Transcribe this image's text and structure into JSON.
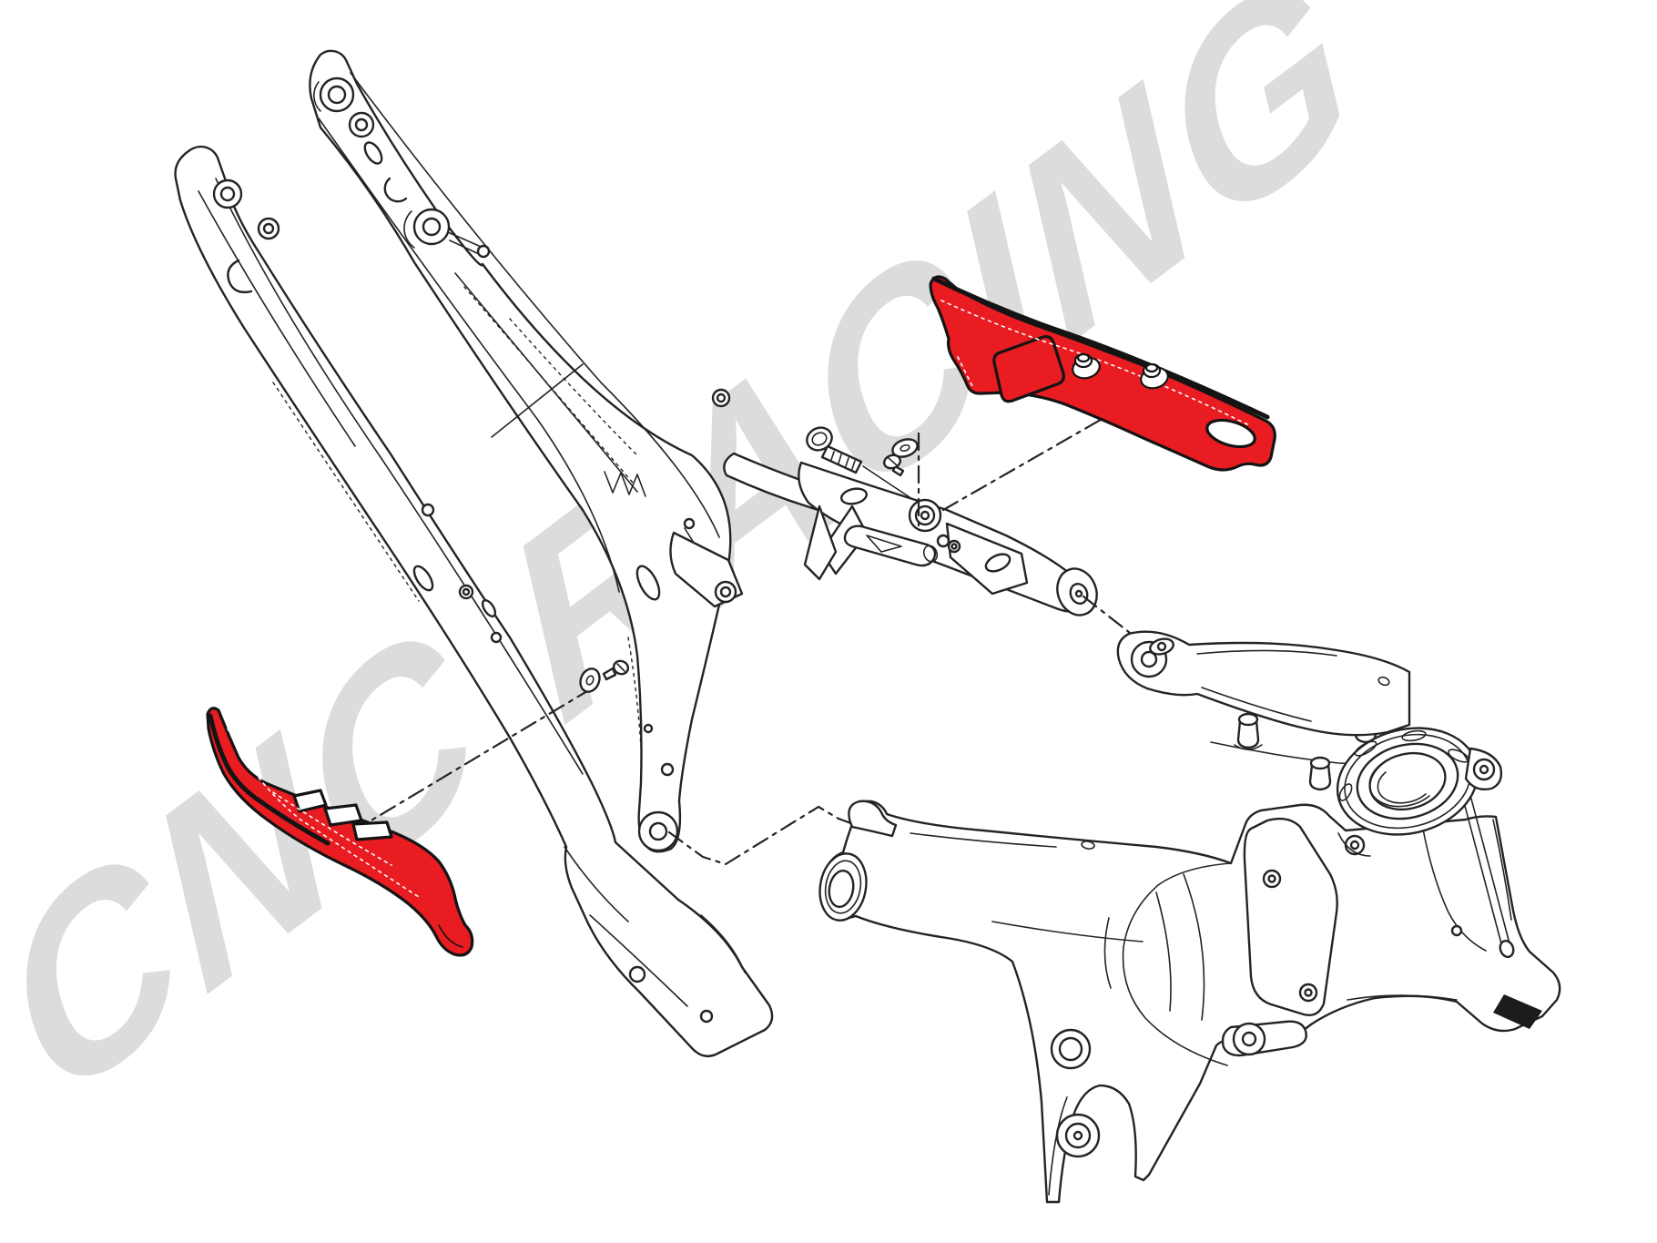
{
  "watermark": {
    "text": "CNC RACING",
    "color": "#dcdcdc",
    "angle_deg": -37
  },
  "colors": {
    "background": "#ffffff",
    "line": "#242424",
    "highlight_red": "#e91c22",
    "watermark_gray": "#dcdcdc"
  },
  "diagram": {
    "type": "exploded-assembly-drawing",
    "subject": "Motorcycle rear subframe and front frame with heel guard plates",
    "highlighted_parts_color": "#e91c22",
    "assembly_line_style": "dash-dot",
    "parts": [
      {
        "name": "left subframe rail",
        "highlighted": false
      },
      {
        "name": "right subframe rail",
        "highlighted": false
      },
      {
        "name": "footpeg bracket",
        "highlighted": false
      },
      {
        "name": "main frame",
        "highlighted": false
      },
      {
        "name": "right heel guard plate",
        "highlighted": true
      },
      {
        "name": "left heel guard plate",
        "highlighted": true
      },
      {
        "name": "hex bolt",
        "highlighted": false
      },
      {
        "name": "countersunk screw with washer",
        "highlighted": false
      },
      {
        "name": "small screw with washer",
        "highlighted": false
      }
    ]
  }
}
